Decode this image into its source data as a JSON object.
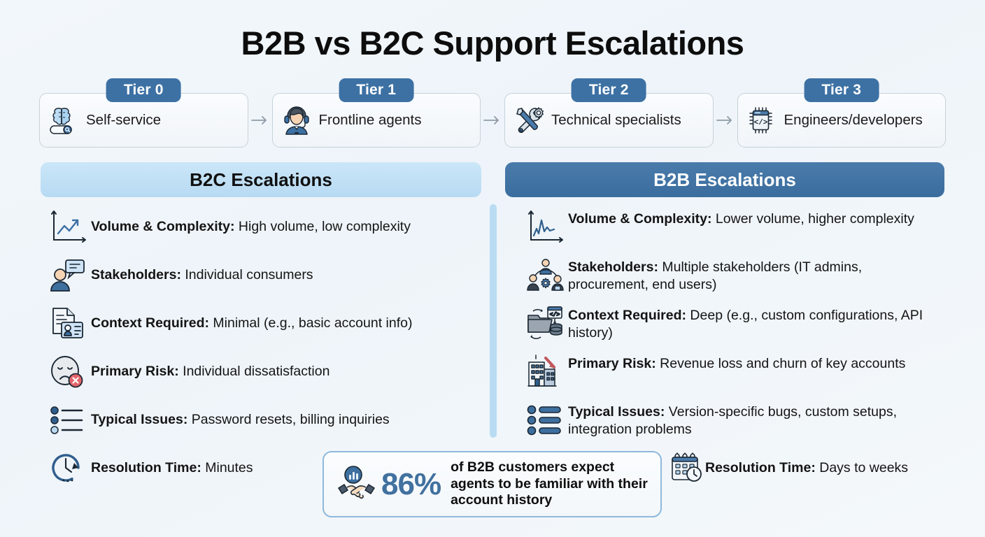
{
  "title": "B2B vs B2C Support Escalations",
  "colors": {
    "accent_dark": "#3d71a4",
    "accent_light": "#bfdff5",
    "divider": "#b9dcf3",
    "stat_number": "#41719f",
    "background": "#f2f7fb"
  },
  "tiers": [
    {
      "badge": "Tier 0",
      "label": "Self-service",
      "icon": "brain-search-icon"
    },
    {
      "badge": "Tier 1",
      "label": "Frontline agents",
      "icon": "headset-agent-icon"
    },
    {
      "badge": "Tier 2",
      "label": "Technical specialists",
      "icon": "wrench-gear-icon"
    },
    {
      "badge": "Tier 3",
      "label": "Engineers/developers",
      "icon": "chip-code-icon"
    }
  ],
  "columns": {
    "b2c": {
      "header": "B2C Escalations",
      "features": [
        {
          "label": "Volume & Complexity:",
          "value": " High volume, low complexity",
          "icon": "trend-up-chart-icon"
        },
        {
          "label": "Stakeholders:",
          "value": " Individual consumers",
          "icon": "person-speech-bubble-icon"
        },
        {
          "label": "Context Required:",
          "value": " Minimal (e.g., basic account info)",
          "icon": "document-id-card-icon"
        },
        {
          "label": "Primary Risk:",
          "value": " Individual dissatisfaction",
          "icon": "sad-face-error-icon"
        },
        {
          "label": "Typical Issues:",
          "value": " Password resets, billing inquiries",
          "icon": "bullet-list-icon"
        }
      ],
      "resolution": {
        "label": "Resolution Time:",
        "value": " Minutes",
        "icon": "clock-arrow-icon"
      }
    },
    "b2b": {
      "header": "B2B Escalations",
      "features": [
        {
          "label": "Volume & Complexity:",
          "value": " Lower volume, higher complexity",
          "icon": "volatile-line-chart-icon"
        },
        {
          "label": "Stakeholders:",
          "value": " Multiple stakeholders (IT admins, procurement, end users)",
          "icon": "team-group-icon"
        },
        {
          "label": "Context Required:",
          "value": " Deep (e.g., custom configurations, API history)",
          "icon": "folder-code-database-icon"
        },
        {
          "label": "Primary Risk:",
          "value": " Revenue loss and churn of key accounts",
          "icon": "building-decline-arrow-icon"
        },
        {
          "label": "Typical Issues:",
          "value": " Version-specific bugs, custom setups, integration problems",
          "icon": "bullet-list-filled-icon"
        }
      ],
      "resolution": {
        "label": "Resolution Time:",
        "value": " Days to weeks",
        "icon": "calendar-clock-icon"
      }
    }
  },
  "stat": {
    "number": "86%",
    "text": "of B2B customers expect agents to be familiar with their account history",
    "icon": "handshake-chart-icon"
  }
}
